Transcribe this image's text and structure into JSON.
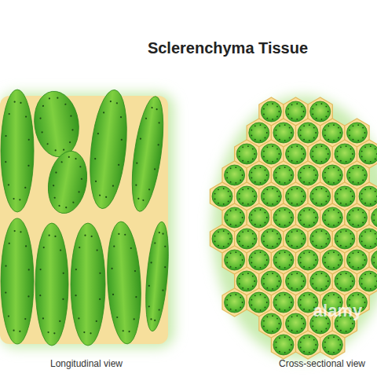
{
  "diagram": {
    "title": "Sclerenchyma Tissue",
    "labels": [
      "Longitudinal view",
      "Cross-sectional view",
      "alamy"
    ]
  }
}
